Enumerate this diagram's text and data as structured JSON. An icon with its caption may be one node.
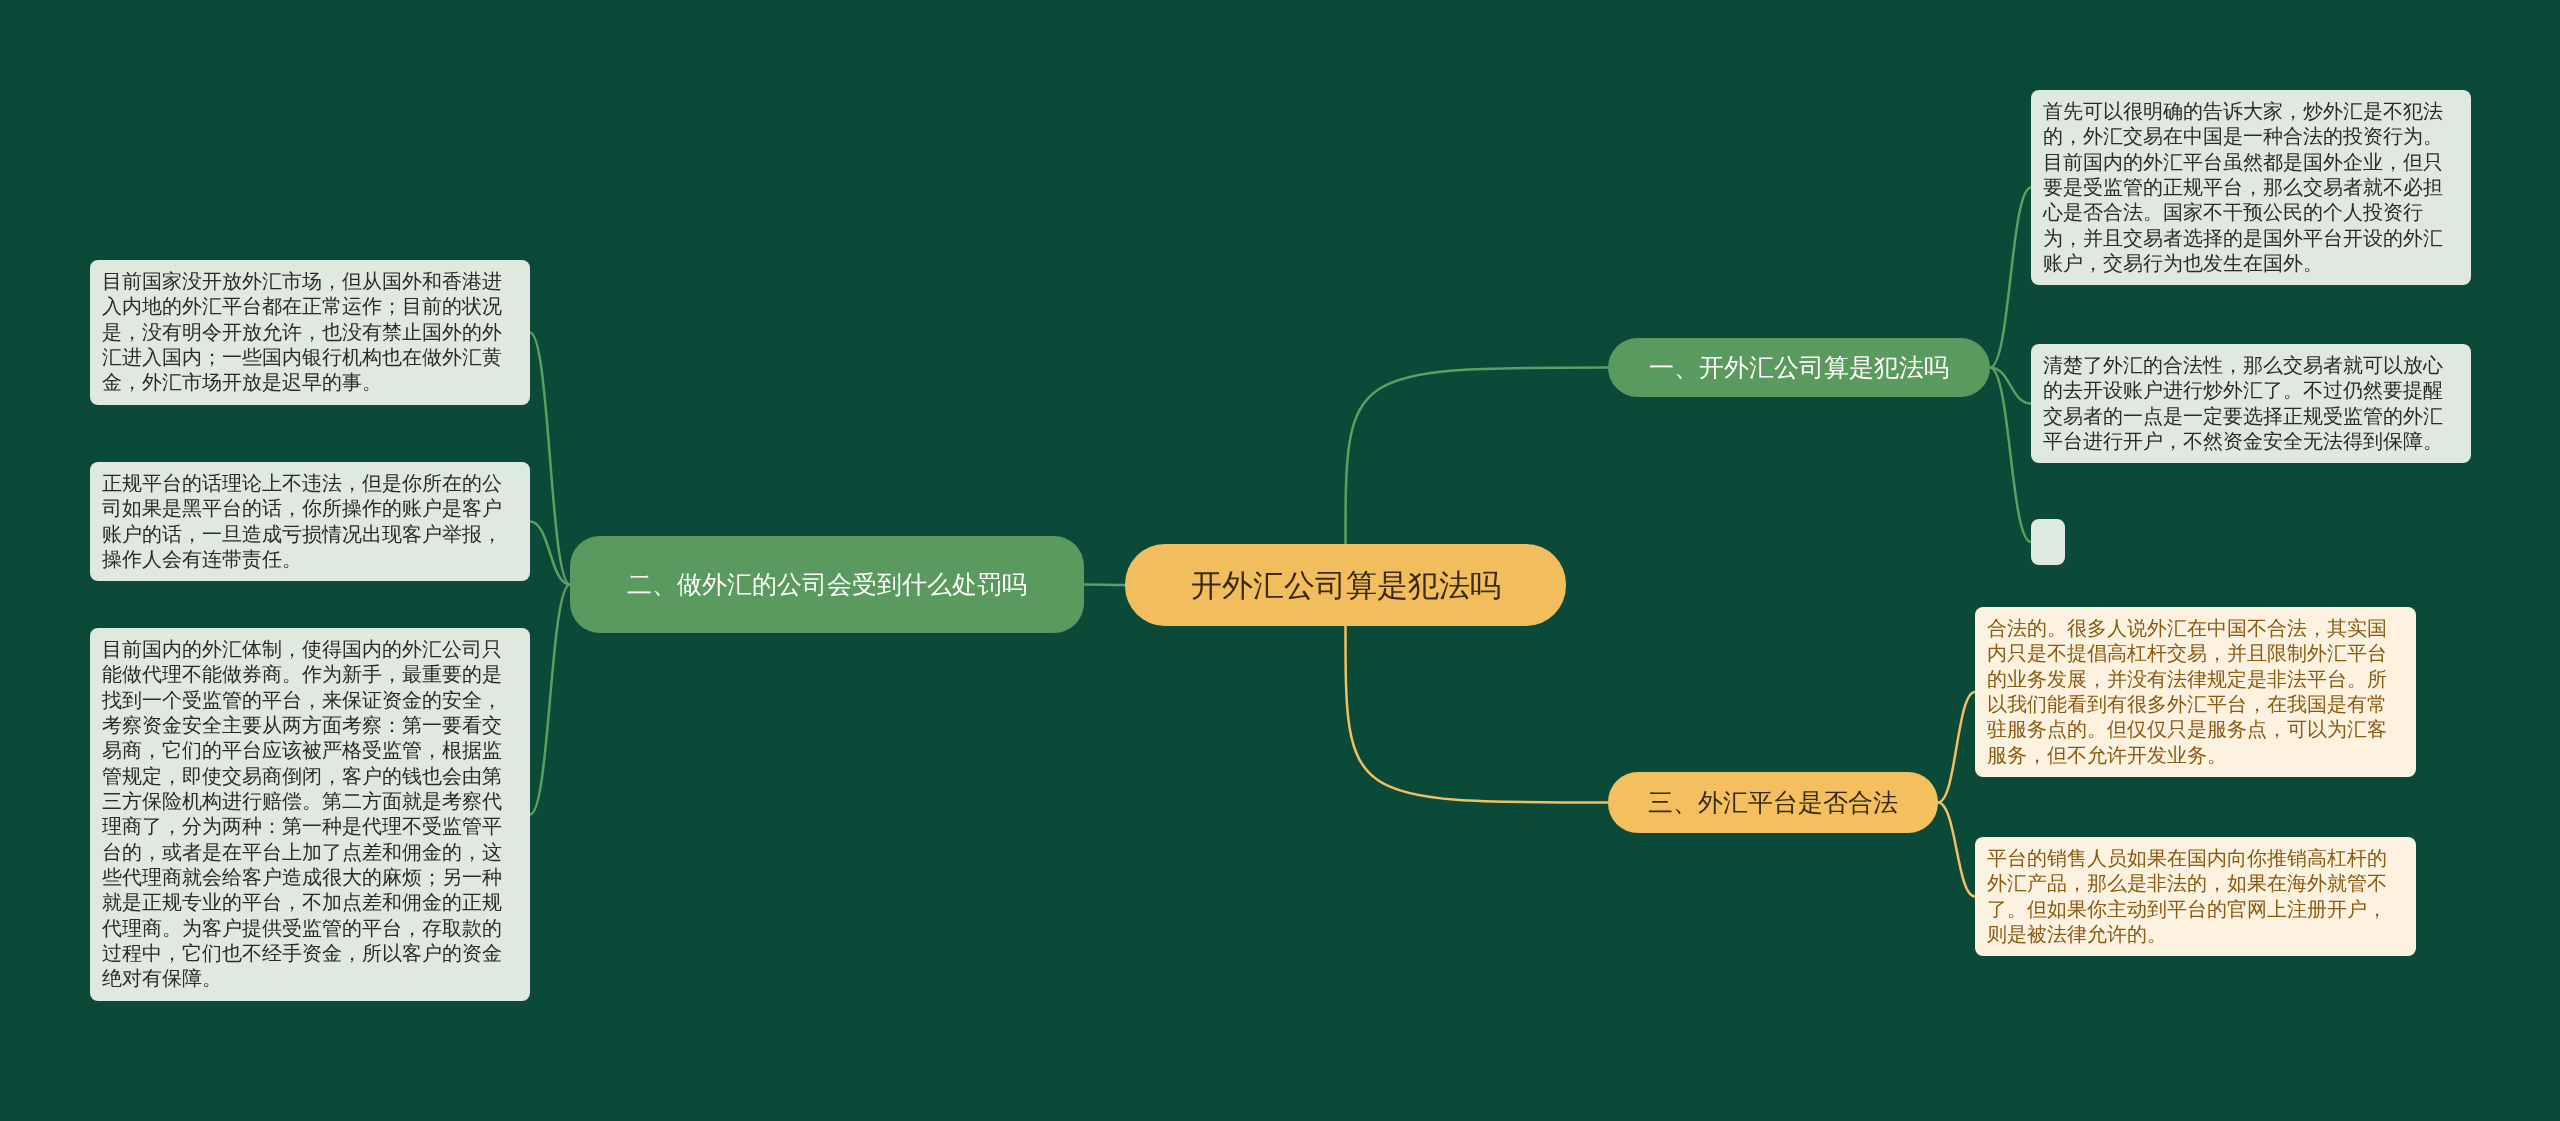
{
  "diagram": {
    "nodes": [
      {
        "text": [
          "开外汇公司算是犯法吗"
        ]
      },
      {
        "text": [
          "一、开外汇公司算是犯法吗"
        ]
      },
      {
        "text": [
          "首先可以很明确的告诉大家，炒外汇是不犯法的，外汇交易在中国是一种合法的投资行为。目前国内的外汇平台虽然都是国外企业，但只要是受监管的正规平台，那么交易者就不必担心是否合法。国家不干预公民的个人投资行为，并且交易者选择的是国外平台开设的外汇账户，交易行为也发生在国外。"
        ]
      },
      {
        "text": [
          "清楚了外汇的合法性，那么交易者就可以放心的去开设账户进行炒外汇了。不过仍然要提醒交易者的一点是一定要选择正规受监管的外汇平台进行开户，不然资金安全无法得到保障。"
        ]
      },
      {
        "text": [],
        "shape": "box"
      },
      {
        "text": [
          "二、做外汇的公司会受到什么处罚吗"
        ]
      },
      {
        "text": [
          "目前国家没开放外汇市场，但从国外和香港进入内地的外汇平台都在正常运作；目前的状况是，没有明令开放允许，也没有禁止国外的外汇进入国内；一些国内银行机构也在做外汇黄金，外汇市场开放是迟早的事。"
        ]
      },
      {
        "text": [
          "正规平台的话理论上不违法，但是你所在的公司如果是黑平台的话，你所操作的账户是客户账户的话，一旦造成亏损情况出现客户举报，操作人会有连带责任。"
        ]
      },
      {
        "text": [
          "目前国内的外汇体制，使得国内的外汇公司只能做代理不能做券商。作为新手，最重要的是找到一个受监管的平台，来保证资金的安全，考察资金安全主要从两方面考察：第一要看交易商，它们的平台应该被严格受监管，根据监管规定，即使交易商倒闭，客户的钱也会由第三方保险机构进行赔偿。第二方面就是考察代理商了，分为两种：第一种是代理不受监管平台的，或者是在平台上加了点差和佣金的，这些代理商就会给客户造成很大的麻烦；另一种就是正规专业的平台，不加点差和佣金的正规代理商。为客户提供受监管的平台，存取款的过程中，它们也不经手资金，所以客户的资金绝对有保障。"
        ]
      },
      {
        "text": [
          "三、外汇平台是否合法"
        ]
      },
      {
        "text": [
          "合法的。很多人说外汇在中国不合法，其实国内只是不提倡高杠杆交易，并且限制外汇平台的业务发展，并没有法律规定是非法平台。所以我们能看到有很多外汇平台，在我国是有常驻服务点的。但仅仅只是服务点，可以为汇客服务，但不允许开发业务。"
        ]
      },
      {
        "text": [
          "平台的销售人员如果在国内向你推销高杠杆的外汇产品，那么是非法的，如果在海外就管不了。但如果你主动到平台的官网上注册开户，则是被法律允许的。"
        ]
      }
    ],
    "edges": [
      {
        "from": 0,
        "to": 1,
        "arrow": "none"
      },
      {
        "from": 1,
        "to": 2,
        "arrow": "none"
      },
      {
        "from": 1,
        "to": 3,
        "arrow": "none"
      },
      {
        "from": 1,
        "to": 4,
        "arrow": "none"
      },
      {
        "from": 0,
        "to": 5,
        "arrow": "none"
      },
      {
        "from": 5,
        "to": 6,
        "arrow": "none"
      },
      {
        "from": 5,
        "to": 7,
        "arrow": "none"
      },
      {
        "from": 5,
        "to": 8,
        "arrow": "none"
      },
      {
        "from": 0,
        "to": 9,
        "arrow": "none",
        "color": "#f2c063"
      },
      {
        "from": 9,
        "to": 10,
        "arrow": "none",
        "color": "#f2c063"
      },
      {
        "from": 9,
        "to": 11,
        "arrow": "none",
        "color": "#f2c063"
      }
    ]
  }
}
